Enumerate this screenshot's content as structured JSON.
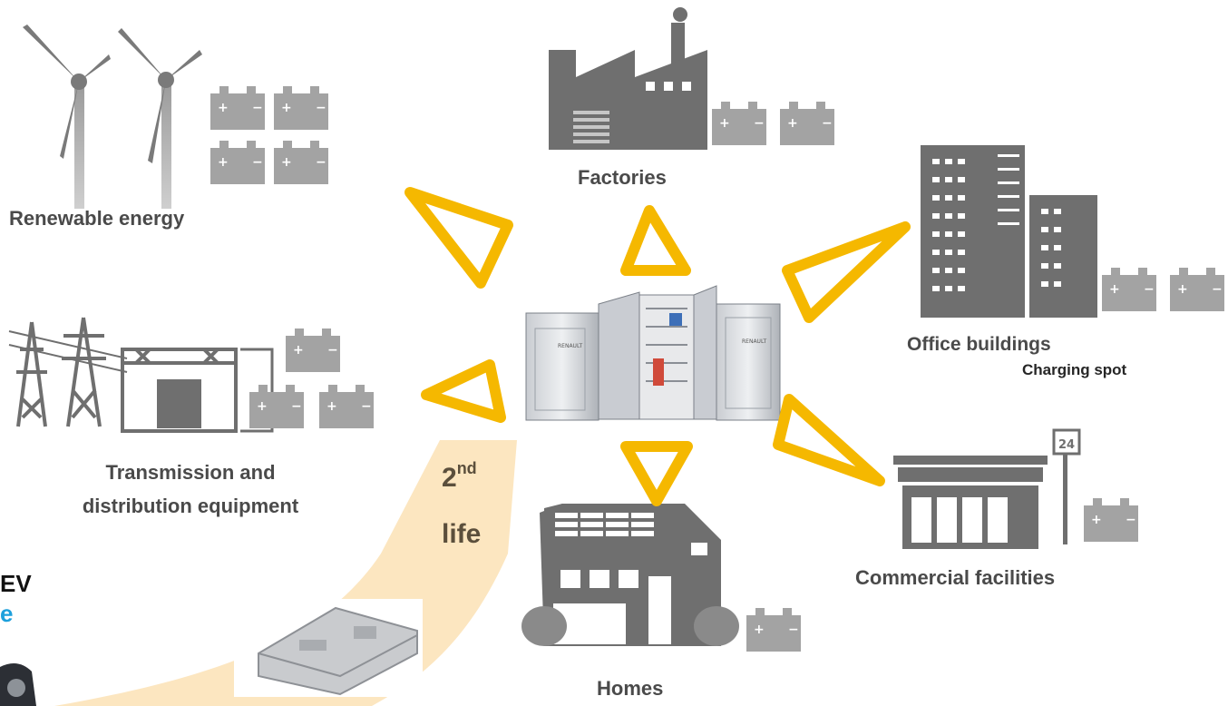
{
  "labels": {
    "renewable": "Renewable energy",
    "factories": "Factories",
    "office": "Office buildings",
    "charging": "Charging spot",
    "transmission_line1": "Transmission and",
    "transmission_line2": "distribution equipment",
    "commercial": "Commercial facilities",
    "homes": "Homes",
    "second_num": "2",
    "second_sup": "nd",
    "second_word": "life",
    "ev_partial": "EV",
    "ev_partial2": "e"
  },
  "store_sign": "24",
  "cabinet_brand": "RENAULT",
  "colors": {
    "arrow": "#f5b800",
    "icon": "#6f6f6f",
    "battery": "#a3a3a3",
    "flow": "#fce6c0",
    "ev_blue": "#1ea0dc"
  }
}
